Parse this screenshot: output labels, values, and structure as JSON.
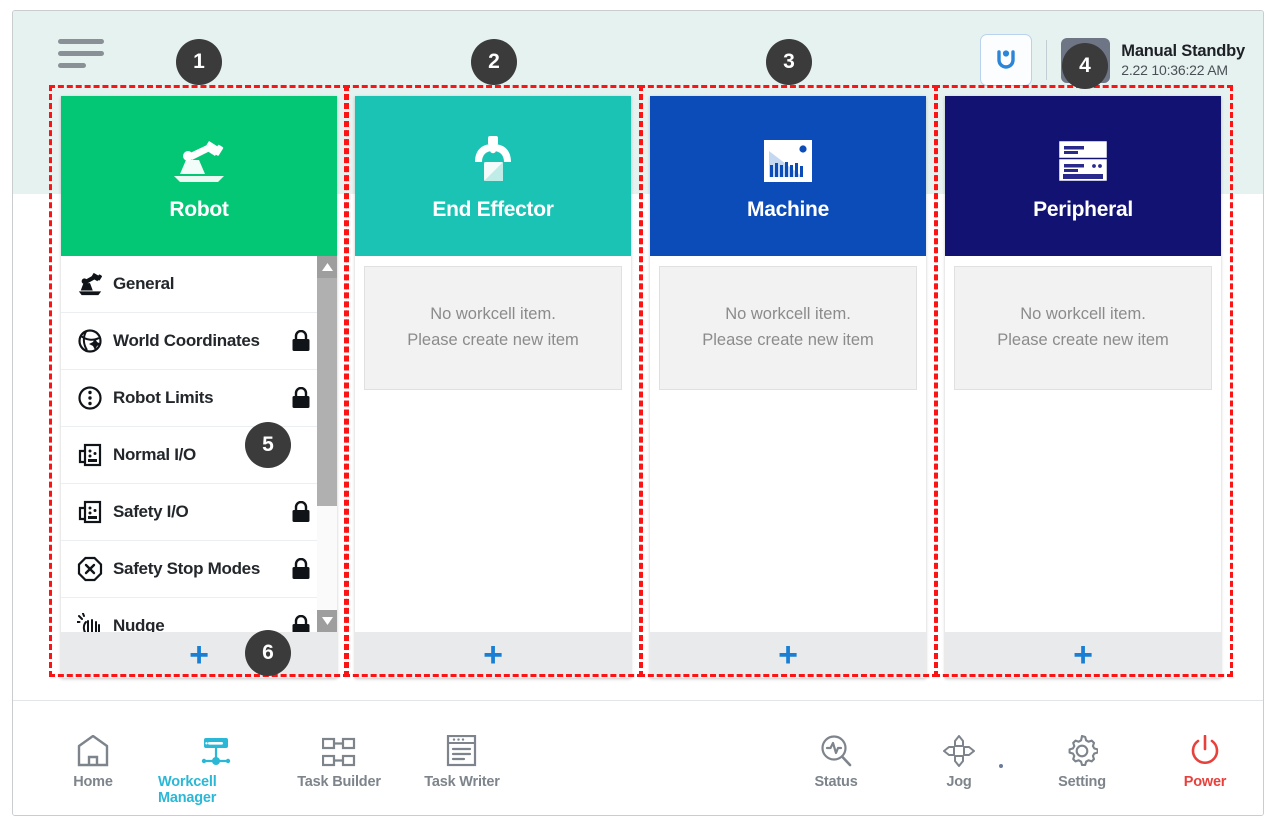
{
  "header": {
    "menu_icon": "hamburger-menu-icon",
    "robot_button_icon": "robot-arm-icon",
    "mode_icon": "manual-hand-icon",
    "mode_title": "Manual Standby",
    "mode_time": "2.22 10:36:22 AM"
  },
  "columns": [
    {
      "key": "robot",
      "title": "Robot",
      "icon": "robot-arm-icon",
      "color": "#04c775",
      "has_list": true,
      "add_label": "+"
    },
    {
      "key": "end_effector",
      "title": "End Effector",
      "icon": "gripper-icon",
      "color": "#1ac3b4",
      "has_list": false,
      "empty_line1": "No workcell item.",
      "empty_line2": "Please create new item",
      "add_label": "+"
    },
    {
      "key": "machine",
      "title": "Machine",
      "icon": "machine-icon",
      "color": "#0b4cb8",
      "has_list": false,
      "empty_line1": "No workcell item.",
      "empty_line2": "Please create new item",
      "add_label": "+"
    },
    {
      "key": "peripheral",
      "title": "Peripheral",
      "icon": "peripheral-rack-icon",
      "color": "#121272",
      "has_list": false,
      "empty_line1": "No workcell item.",
      "empty_line2": "Please create new item",
      "add_label": "+"
    }
  ],
  "robot_list": [
    {
      "label": "General",
      "icon": "robot-arm-icon",
      "locked": false,
      "lock_right": false
    },
    {
      "label": "World Coordinates",
      "icon": "globe-axis-icon",
      "locked": true,
      "lock_right": false
    },
    {
      "label": "Robot Limits",
      "icon": "limits-circle-icon",
      "locked": true,
      "lock_right": true
    },
    {
      "label": "Normal I/O",
      "icon": "io-port-icon",
      "locked": false,
      "lock_right": false
    },
    {
      "label": "Safety I/O",
      "icon": "io-port-icon",
      "locked": true,
      "lock_right": true
    },
    {
      "label": "Safety Stop Modes",
      "icon": "stop-x-icon",
      "locked": true,
      "lock_right": false
    },
    {
      "label": "Nudge",
      "icon": "nudge-hand-icon",
      "locked": true,
      "lock_right": true
    }
  ],
  "bottom_nav": {
    "left": [
      {
        "label": "Home",
        "icon": "home-icon",
        "active": false
      },
      {
        "label": "Workcell Manager",
        "icon": "workcell-node-icon",
        "active": true
      },
      {
        "label": "Task Builder",
        "icon": "task-builder-icon",
        "active": false
      },
      {
        "label": "Task Writer",
        "icon": "task-writer-icon",
        "active": false
      }
    ],
    "right": [
      {
        "label": "Status",
        "icon": "status-pulse-icon",
        "active": false
      },
      {
        "label": "Jog",
        "icon": "jog-arrows-icon",
        "active": false
      },
      {
        "label": "Setting",
        "icon": "gear-icon",
        "active": false
      },
      {
        "label": "Power",
        "icon": "power-icon",
        "active": false
      }
    ]
  },
  "annotations": [
    {
      "n": "1"
    },
    {
      "n": "2"
    },
    {
      "n": "3"
    },
    {
      "n": "4"
    },
    {
      "n": "5"
    },
    {
      "n": "6"
    }
  ]
}
